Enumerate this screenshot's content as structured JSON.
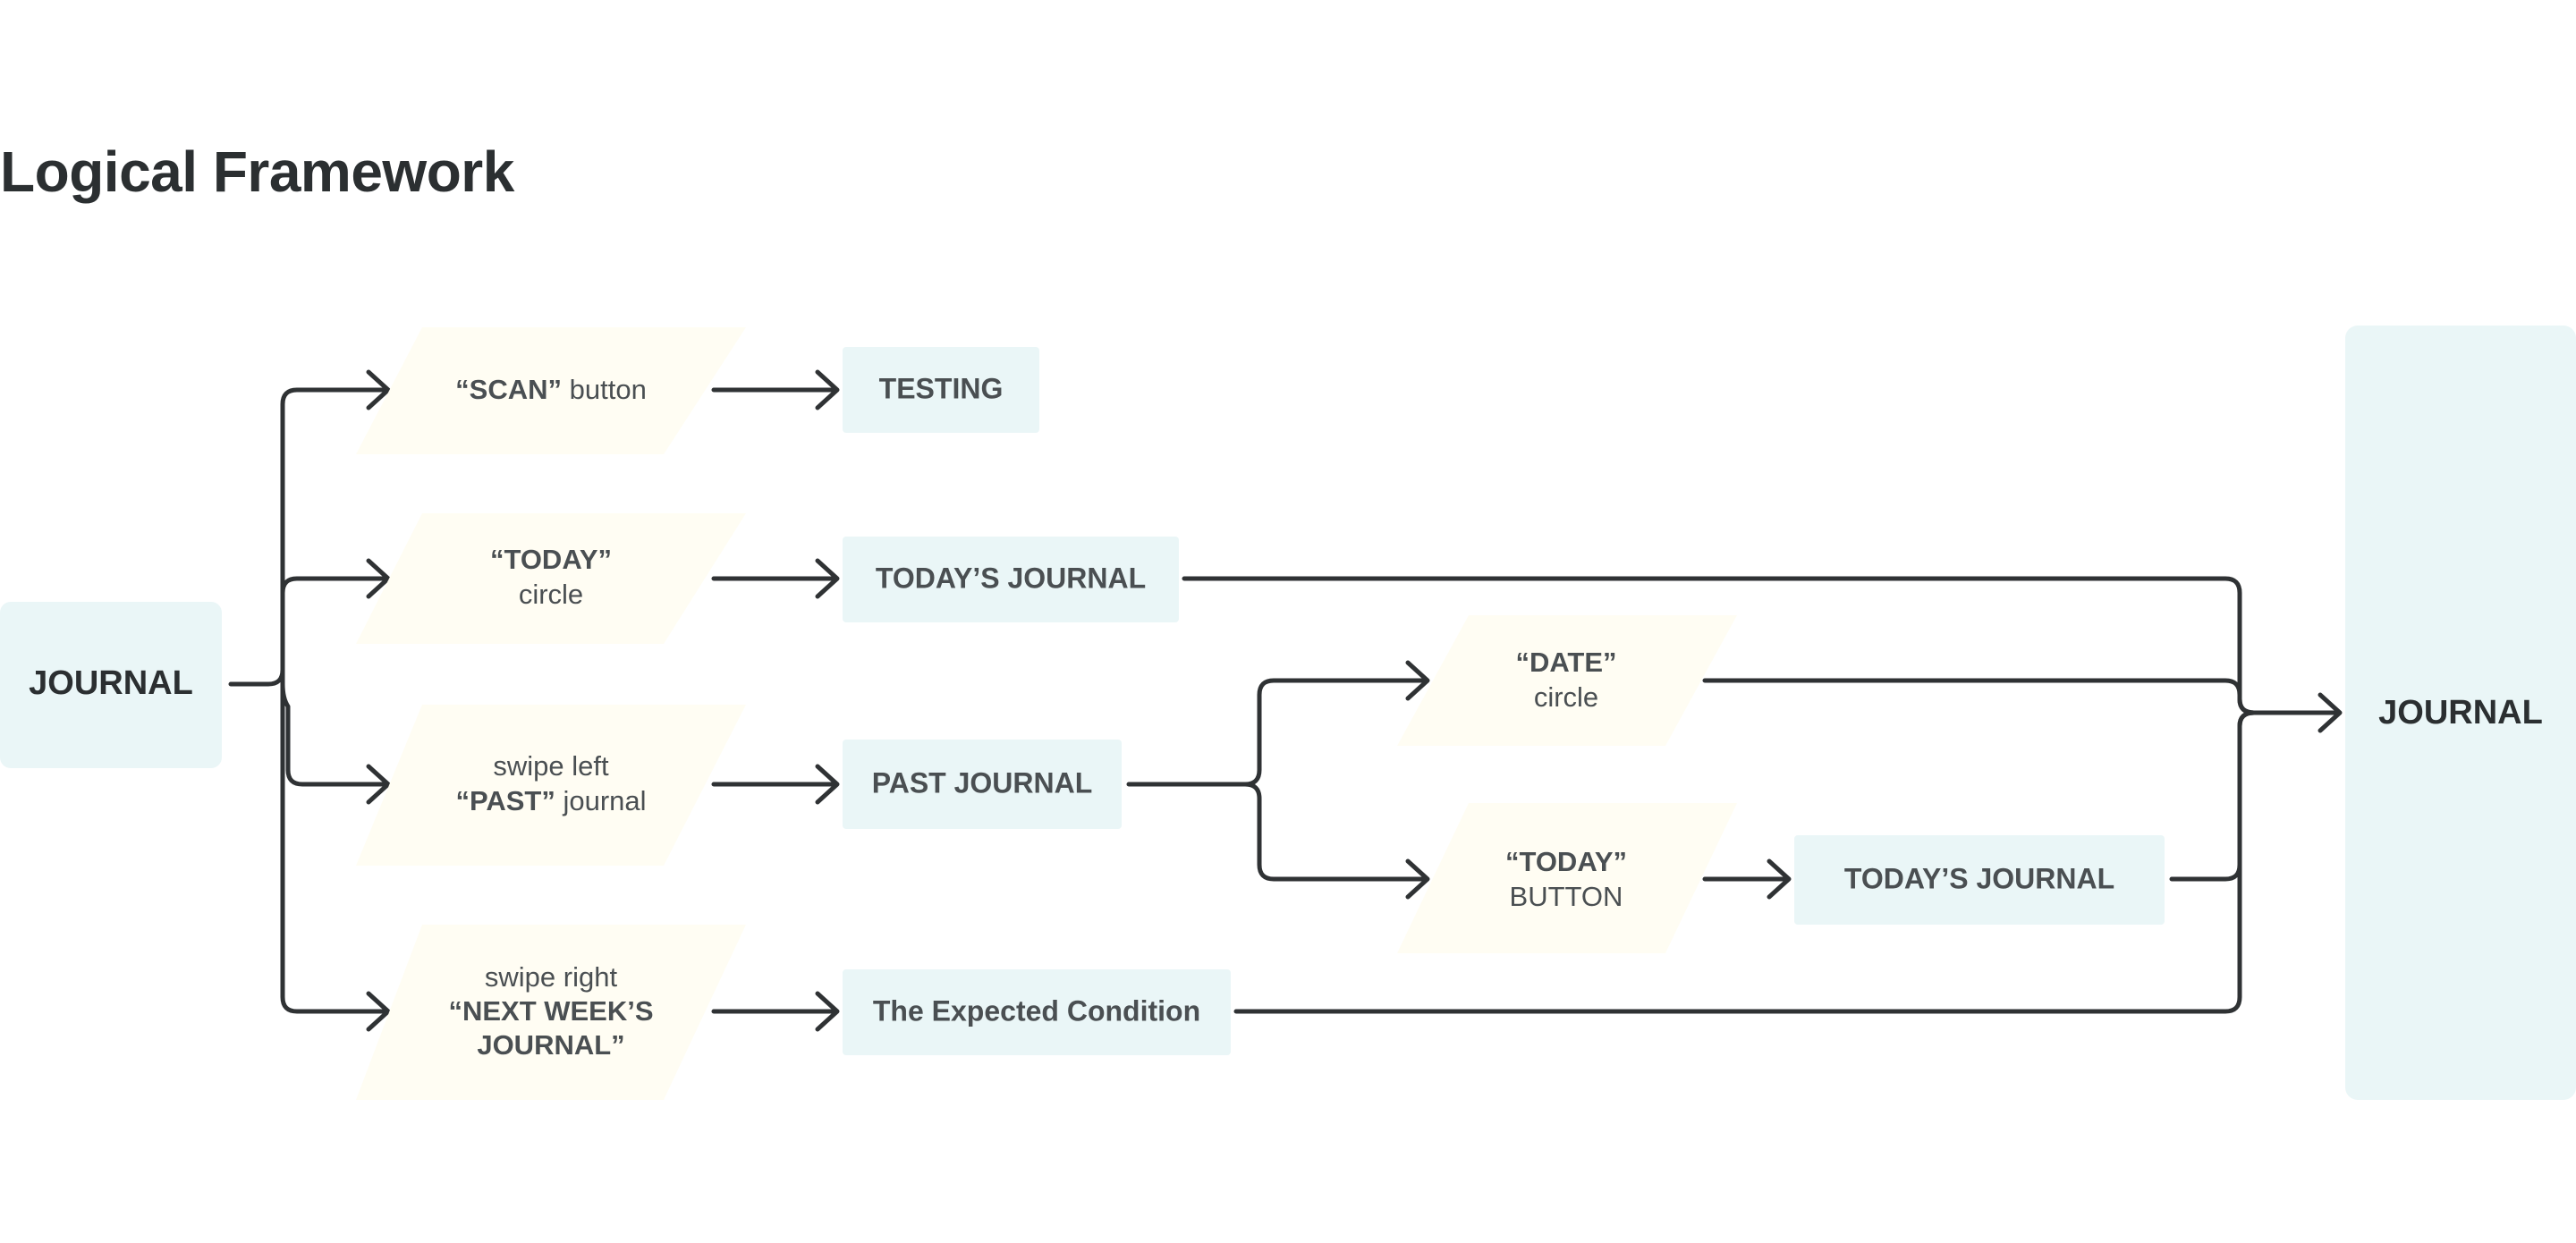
{
  "title": "Logical Framework",
  "colors": {
    "rect_fill": "#eaf6f7",
    "para_fill": "#fffdf3",
    "edge": "#2f3234",
    "text": "#4a4f52",
    "title": "#2b2f31"
  },
  "nodes": {
    "journal_start": "JOURNAL",
    "journal_end": "JOURNAL",
    "scan": {
      "bold": "“SCAN”",
      "rest": " button"
    },
    "today_circle": {
      "bold": "“TODAY”",
      "rest": "circle"
    },
    "swipe_left": {
      "line1": "swipe left",
      "bold": "“PAST”",
      "rest": " journal"
    },
    "swipe_right": {
      "line1": "swipe right",
      "bold1": "“NEXT WEEK’S",
      "bold2": "JOURNAL”"
    },
    "testing": "TESTING",
    "todays_journal_1": "TODAY’S JOURNAL",
    "past_journal": "PAST JOURNAL",
    "expected": "The Expected Condition",
    "date_circle": {
      "bold": "“DATE”",
      "rest": "circle"
    },
    "today_button": {
      "bold": "“TODAY”",
      "rest": "BUTTON"
    },
    "todays_journal_2": "TODAY’S JOURNAL"
  }
}
